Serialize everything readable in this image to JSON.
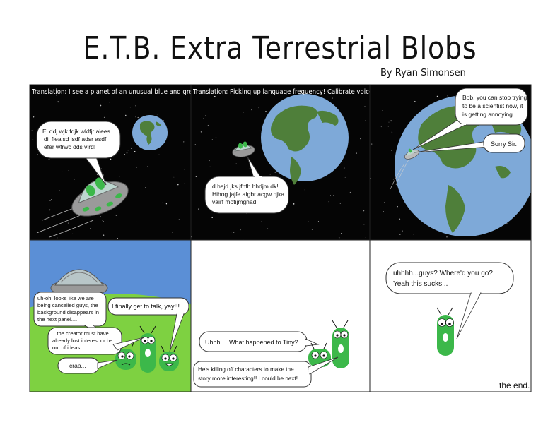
{
  "header": {
    "title": "E.T.B.  Extra Terrestrial Blobs",
    "byline": "By Ryan Simonsen"
  },
  "panels": [
    {
      "caption": "Translation: I see a planet of an unusual blue and green color sir!",
      "bubble": [
        "Ei ddj wjk fdjk wklfjr aiees",
        "dii fieaisd isdf adsr asdf",
        "efer wfrwc dds vird!"
      ]
    },
    {
      "caption": "Translation: Picking up language frequency! Calibrate voice modulators!",
      "bubble": [
        "d hajd jks jfhfh hhdjm dk!",
        "Hihog jajfe afgbr acgw njka",
        "vairf motijmgnad!"
      ]
    },
    {
      "bubble1": [
        "Bob, you can stop trying",
        "to be a scientist now, it",
        "is getting annoying ."
      ],
      "bubble2": "Sorry Sir."
    },
    {
      "bubble1": [
        "uh-oh, looks like we are",
        "being cancelled guys, the",
        "background disappears in",
        "the next panel...."
      ],
      "bubble2": "I finally get to talk, yay!!!",
      "bubble3": [
        "...the creator must have",
        "already lost interest or be",
        "out of ideas."
      ],
      "bubble4": "crap..."
    },
    {
      "bubble1": "Uhhh.... What happened to Tiny?",
      "bubble2": [
        "He's killing off characters to make  the",
        "story more interesting!! I could be next!"
      ]
    },
    {
      "bubble": [
        "uhhhh...guys?  Where'd you go?",
        "Yeah this sucks..."
      ],
      "end": "the end."
    }
  ],
  "colors": {
    "space": "#050505",
    "planet_ocean": "#7ea9d8",
    "planet_land": "#4f7f3a",
    "blob_green": "#3cb84a",
    "sky": "#5b8fd6",
    "grass": "#7ed141"
  }
}
